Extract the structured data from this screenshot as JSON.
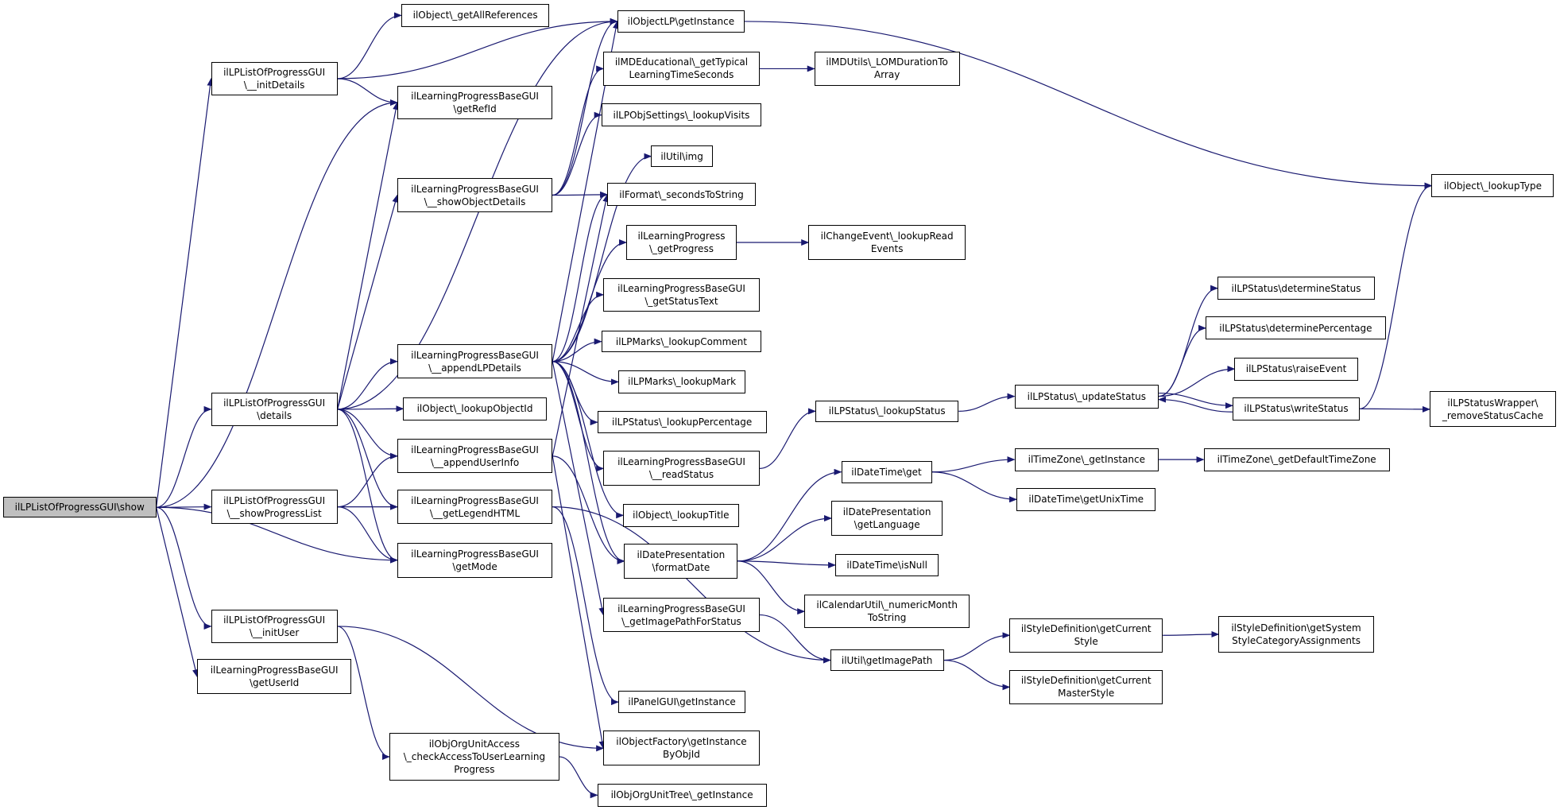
{
  "diagram": {
    "edge_color": "#191970",
    "root_fill": "#bfbfbf",
    "nodes": [
      {
        "id": "show",
        "label": "ilLPListOfProgressGUI\\show",
        "root": true
      },
      {
        "id": "initDetails",
        "label": "ilLPListOfProgressGUI\n\\__initDetails"
      },
      {
        "id": "details",
        "label": "ilLPListOfProgressGUI\n\\details"
      },
      {
        "id": "showProgressList",
        "label": "ilLPListOfProgressGUI\n\\__showProgressList"
      },
      {
        "id": "initUser",
        "label": "ilLPListOfProgressGUI\n\\__initUser"
      },
      {
        "id": "getUserId",
        "label": "ilLearningProgressBaseGUI\n\\getUserId"
      },
      {
        "id": "getAllRefs",
        "label": "ilObject\\_getAllReferences"
      },
      {
        "id": "getRefId",
        "label": "ilLearningProgressBaseGUI\n\\getRefId"
      },
      {
        "id": "showObjectDetails",
        "label": "ilLearningProgressBaseGUI\n\\__showObjectDetails"
      },
      {
        "id": "appendLPDetails",
        "label": "ilLearningProgressBaseGUI\n\\__appendLPDetails"
      },
      {
        "id": "lookupObjectId",
        "label": "ilObject\\_lookupObjectId"
      },
      {
        "id": "appendUserInfo",
        "label": "ilLearningProgressBaseGUI\n\\__appendUserInfo"
      },
      {
        "id": "getLegendHTML",
        "label": "ilLearningProgressBaseGUI\n\\__getLegendHTML"
      },
      {
        "id": "getMode",
        "label": "ilLearningProgressBaseGUI\n\\getMode"
      },
      {
        "id": "checkAccess",
        "label": "ilObjOrgUnitAccess\n\\_checkAccessToUserLearning\nProgress"
      },
      {
        "id": "objLPGetInstance",
        "label": "ilObjectLP\\getInstance"
      },
      {
        "id": "mdEducational",
        "label": "ilMDEducational\\_getTypical\nLearningTimeSeconds"
      },
      {
        "id": "lookupVisits",
        "label": "ilLPObjSettings\\_lookupVisits"
      },
      {
        "id": "utilImg",
        "label": "ilUtil\\img"
      },
      {
        "id": "secondsToString",
        "label": "ilFormat\\_secondsToString"
      },
      {
        "id": "getProgress",
        "label": "ilLearningProgress\n\\_getProgress"
      },
      {
        "id": "getStatusText",
        "label": "ilLearningProgressBaseGUI\n\\_getStatusText"
      },
      {
        "id": "lookupComment",
        "label": "ilLPMarks\\_lookupComment"
      },
      {
        "id": "lookupMark",
        "label": "ilLPMarks\\_lookupMark"
      },
      {
        "id": "lookupPercentage",
        "label": "ilLPStatus\\_lookupPercentage"
      },
      {
        "id": "readStatus",
        "label": "ilLearningProgressBaseGUI\n\\__readStatus"
      },
      {
        "id": "lookupTitle",
        "label": "ilObject\\_lookupTitle"
      },
      {
        "id": "formatDate",
        "label": "ilDatePresentation\n\\formatDate"
      },
      {
        "id": "getImagePathForStatus",
        "label": "ilLearningProgressBaseGUI\n\\_getImagePathForStatus"
      },
      {
        "id": "panelGetInstance",
        "label": "ilPanelGUI\\getInstance"
      },
      {
        "id": "objFactory",
        "label": "ilObjectFactory\\getInstance\nByObjId"
      },
      {
        "id": "orgUnitTree",
        "label": "ilObjOrgUnitTree\\_getInstance"
      },
      {
        "id": "lomDuration",
        "label": "ilMDUtils\\_LOMDurationTo\nArray"
      },
      {
        "id": "lookupRead",
        "label": "ilChangeEvent\\_lookupRead\nEvents"
      },
      {
        "id": "lookupStatus",
        "label": "ilLPStatus\\_lookupStatus"
      },
      {
        "id": "dtGet",
        "label": "ilDateTime\\get"
      },
      {
        "id": "getLanguage",
        "label": "ilDatePresentation\n\\getLanguage"
      },
      {
        "id": "isNull",
        "label": "ilDateTime\\isNull"
      },
      {
        "id": "numericMonth",
        "label": "ilCalendarUtil\\_numericMonth\nToString"
      },
      {
        "id": "getImagePath",
        "label": "ilUtil\\getImagePath"
      },
      {
        "id": "updateStatus",
        "label": "ilLPStatus\\_updateStatus"
      },
      {
        "id": "tzGetInstance",
        "label": "ilTimeZone\\_getInstance"
      },
      {
        "id": "getUnixTime",
        "label": "ilDateTime\\getUnixTime"
      },
      {
        "id": "getCurrentStyle",
        "label": "ilStyleDefinition\\getCurrent\nStyle"
      },
      {
        "id": "getCurrentMaster",
        "label": "ilStyleDefinition\\getCurrent\nMasterStyle"
      },
      {
        "id": "determineStatus",
        "label": "ilLPStatus\\determineStatus"
      },
      {
        "id": "determinePercentage",
        "label": "ilLPStatus\\determinePercentage"
      },
      {
        "id": "raiseEvent",
        "label": "ilLPStatus\\raiseEvent"
      },
      {
        "id": "writeStatus",
        "label": "ilLPStatus\\writeStatus"
      },
      {
        "id": "tzDefault",
        "label": "ilTimeZone\\_getDefaultTimeZone"
      },
      {
        "id": "systemStyleCat",
        "label": "ilStyleDefinition\\getSystem\nStyleCategoryAssignments"
      },
      {
        "id": "lookupType",
        "label": "ilObject\\_lookupType"
      },
      {
        "id": "removeCache",
        "label": "ilLPStatusWrapper\\\n_removeStatusCache"
      }
    ],
    "edges": [
      [
        "show",
        "initDetails"
      ],
      [
        "show",
        "details"
      ],
      [
        "show",
        "showProgressList"
      ],
      [
        "show",
        "initUser"
      ],
      [
        "show",
        "getUserId"
      ],
      [
        "show",
        "getRefId"
      ],
      [
        "show",
        "getMode"
      ],
      [
        "initDetails",
        "getAllRefs"
      ],
      [
        "initDetails",
        "objLPGetInstance"
      ],
      [
        "initDetails",
        "getRefId"
      ],
      [
        "details",
        "getRefId"
      ],
      [
        "details",
        "showObjectDetails"
      ],
      [
        "details",
        "appendLPDetails"
      ],
      [
        "details",
        "lookupObjectId"
      ],
      [
        "details",
        "appendUserInfo"
      ],
      [
        "details",
        "getLegendHTML"
      ],
      [
        "details",
        "getMode"
      ],
      [
        "details",
        "objLPGetInstance"
      ],
      [
        "showProgressList",
        "appendUserInfo"
      ],
      [
        "showProgressList",
        "getLegendHTML"
      ],
      [
        "showProgressList",
        "getMode"
      ],
      [
        "initUser",
        "checkAccess"
      ],
      [
        "initUser",
        "objFactory"
      ],
      [
        "showObjectDetails",
        "objLPGetInstance"
      ],
      [
        "showObjectDetails",
        "mdEducational"
      ],
      [
        "showObjectDetails",
        "lookupVisits"
      ],
      [
        "showObjectDetails",
        "secondsToString"
      ],
      [
        "appendLPDetails",
        "objLPGetInstance"
      ],
      [
        "appendLPDetails",
        "utilImg"
      ],
      [
        "appendLPDetails",
        "secondsToString"
      ],
      [
        "appendLPDetails",
        "getProgress"
      ],
      [
        "appendLPDetails",
        "getStatusText"
      ],
      [
        "appendLPDetails",
        "lookupComment"
      ],
      [
        "appendLPDetails",
        "lookupMark"
      ],
      [
        "appendLPDetails",
        "lookupPercentage"
      ],
      [
        "appendLPDetails",
        "readStatus"
      ],
      [
        "appendLPDetails",
        "lookupTitle"
      ],
      [
        "appendLPDetails",
        "formatDate"
      ],
      [
        "appendLPDetails",
        "getImagePathForStatus"
      ],
      [
        "appendUserInfo",
        "secondsToString"
      ],
      [
        "appendUserInfo",
        "formatDate"
      ],
      [
        "appendUserInfo",
        "objFactory"
      ],
      [
        "getLegendHTML",
        "getImagePath"
      ],
      [
        "getLegendHTML",
        "panelGetInstance"
      ],
      [
        "checkAccess",
        "orgUnitTree"
      ],
      [
        "objLPGetInstance",
        "lookupType"
      ],
      [
        "mdEducational",
        "lomDuration"
      ],
      [
        "getProgress",
        "lookupRead"
      ],
      [
        "readStatus",
        "lookupStatus"
      ],
      [
        "formatDate",
        "dtGet"
      ],
      [
        "formatDate",
        "getLanguage"
      ],
      [
        "formatDate",
        "isNull"
      ],
      [
        "formatDate",
        "numericMonth"
      ],
      [
        "getImagePathForStatus",
        "getImagePath"
      ],
      [
        "lookupStatus",
        "updateStatus"
      ],
      [
        "dtGet",
        "tzGetInstance"
      ],
      [
        "dtGet",
        "getUnixTime"
      ],
      [
        "getImagePath",
        "getCurrentStyle"
      ],
      [
        "getImagePath",
        "getCurrentMaster"
      ],
      [
        "updateStatus",
        "determineStatus"
      ],
      [
        "updateStatus",
        "determinePercentage"
      ],
      [
        "updateStatus",
        "raiseEvent"
      ],
      [
        "updateStatus",
        "writeStatus"
      ],
      [
        "writeStatus",
        "updateStatus"
      ],
      [
        "writeStatus",
        "lookupType"
      ],
      [
        "writeStatus",
        "removeCache"
      ],
      [
        "tzGetInstance",
        "tzDefault"
      ],
      [
        "getCurrentStyle",
        "systemStyleCat"
      ]
    ]
  }
}
